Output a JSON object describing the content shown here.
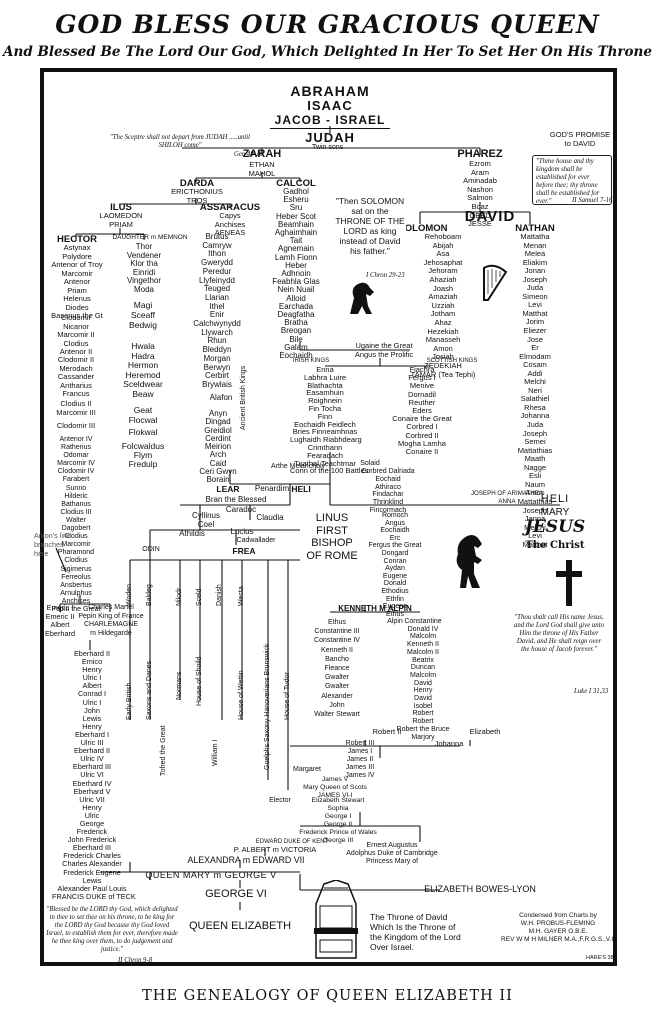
{
  "title": "GOD BLESS OUR GRACIOUS QUEEN",
  "subtitle": "And Blessed Be The Lord Our God, Which Delighted In Her To Set Her On His Throne",
  "footer": "THE GENEALOGY OF QUEEN ELIZABETH II",
  "side_note": "Anton's line branches here",
  "top": {
    "abraham": "ABRAHAM",
    "isaac": "ISAAC",
    "jacob_israel": "JACOB - ISRAEL",
    "judah": "JUDAH",
    "sceptre": "\"The Sceptre shall not depart from JUDAH .....until SHILOH come\"",
    "sceptre_ref": "Gen 49-10",
    "twin_sons": "Twin sons",
    "zarah": "ZARAH",
    "zarah_sub": "ETHAN\nMAHOL",
    "pharez": "PHAREZ",
    "pharez_list": "Ezrom\nAram\nAminadab\nNashon\nSalmon\nBoaz\nOBED\nJESSE",
    "promise_title": "GOD'S PROMISE to DAVID",
    "promise_text": "\"Thine house and thy kingdom shall be established for ever before thee; thy throne shall be established for ever.\"",
    "promise_ref": "II Samuel 7-16",
    "david": "DAVID",
    "solomon": "SOLOMON",
    "solomon_list": "Rehoboam\nAbijah\nAsa\nJehosaphat\nJehoram\nAhaziah\nJoash\nAmaziah\nUzziah\nJotham\nAhaz\nHezekiah\nManasseh\nAmon\nJosiah\nZEDEKIAH\nTAMAR (Tea Tephi)",
    "nathan": "NATHAN",
    "nathan_list": "Mattatha\nMenan\nMelea\nEliakim\nJonan\nJoseph\nJuda\nSimeon\nLevi\nMatthat\nJorim\nEliezer\nJose\nEr\nElmodam\nCosam\nAddi\nMelchi\nNeri\nSalathiel\nRhesa\nJohanna\nJuda\nJoseph\nSemei\nMattathias\nMaath\nNagge\nEsli\nNaum\nAmos\nMattathias\nJoseph\nJanna\nMelchi\nLevi\nMatthat",
    "throne_box": "\"Then SOLOMON sat on the THRONE OF THE LORD as king instead of David his father.\"",
    "throne_ref": "I Chron 29-23"
  },
  "left_branch": {
    "darda": "DARDA",
    "darda_sub": "ERICTHONIUS\nTROS",
    "ilus": "ILUS",
    "ilus_sub": "LAOMEDON\nPRIAM",
    "assaracus": "ASSARACUS",
    "assaracus_sub": "Capys\nAnchises\nAENEAS",
    "calcol": "CALCOL",
    "calcol_list": "Gadhol\nEsheru\nSru\nHeber Scot\nBeamhain\nAghaimhain\nTait\nAgnemain\nLamh Fionn\nHeber\nAdhnoin\nFeabhla Glas\nNein Nuail\nAlloid\nEarchada\nDeagfatha\nBratha\nBreogan\nBile\nGalam\nEochaidh",
    "hector": "HECTOR",
    "hector_list": "Astynax\nPolydore\nAntenor of Troy\nMarcomir\nAntenor\nPriam\nHelenus\nDiodes\nBasanus the Gt",
    "daughter": "DAUGHTER m MEMNON",
    "thor_list": "Thor\nVendener\nKlor tha\nEinridi\nVingethor\nModa",
    "brutus_list": "Brutus\nCamryw\nIthon\nGwerydd\nPeredur\nLlyfeinydd\nTeuged\nLlarian\nIthel\nEnir\nCalchwynydd\nLlywarch\nRhun\nBleddyn\nMorgan\nBerwyn\nCerbirt\nBrywlais",
    "ancient_kings": "Ancient British Kings",
    "left_list_1": "Clodomir\nNicanor\nMarcomir II\nClodius\nAntenor II",
    "left_list_2": "Clodomir II\nMerodach\nCassander\nAntharius\nFrancus",
    "left_list_3": "Clodius II\nMarcomir III",
    "left_list_4": "Clodomir III",
    "left_list_5": "Antenor IV\nRatherius\nOdomar\nMarcomir IV\nClodomir IV\nFarabert\nSunno\nHilderic\nBathanus\nClodius III\nWalter\nDagobert\nClodius\nMarcomir\nPharamond\nClodius\nSigimerus\nFerreolus\nAnsbertus\nArnulphus\nAnchises\nPepin the Great",
    "magi_list": "Magi\nSceaff\nBedwig",
    "hwala_list": "Hwala\nHadra\nHermon\nHeremod",
    "sceld_list": "Sceldwear\nBeaw",
    "geat_list": "Geat\nFlocwal",
    "fock_list": "Flokwal",
    "folc_list": "Folcwaldus\nFlym\nFredulp",
    "alafon_list": "Alafon",
    "anyn_list": "Anyn\nDingad\nGreidiol\nCerdint\nMeirion\nArch\nCaid\nCeri Gwyn\nBorain",
    "lear": "LEAR",
    "penardim": "Penardim",
    "heli1": "HELI",
    "bran": "Bran the Blessed",
    "caradoc": "Caradoc",
    "arthe": "Arthe Melancholy",
    "cyllinus": "Cyllinus\nCoel",
    "lucius": "Lucius",
    "athildis": "Athildis",
    "claudia": "Claudia",
    "cadwallader": "Cadwallader",
    "frea": "FREA",
    "odin": "ODIN",
    "wodin": "Woden",
    "early_british": "Early British",
    "baldeg": "Baldeg",
    "saxons_danes": "Saxons and Danes",
    "nilodr": "Nilodr",
    "normans": "Normans",
    "sceld": "Sceld",
    "house_sheild": "House of Shoild",
    "danish": "Danish",
    "wecta": "Wecta",
    "house_wettin": "House of Wettin",
    "guelphs": "Guelphs Saxony Hanoverians Brunswick",
    "tofred": "Tofred the Great",
    "william": "William I",
    "house_tudor": "House of Tudor",
    "emeric": "Emeric I\nEmeric II\nAlbert\nEberhard",
    "charles": "Charles Martel\nPepin King of France\nCHARLEMAGNE\nm Hildegarde",
    "eberhard_list": "Eberhard II\nEmico\nHenry\nUlric I\nAlbert\nConrad I\nUlric I\nJohn\nLewis\nHenry\nEberhard I\nUlric III\nEberhard II\nUlric IV\nEberhard III\nUlric VI\nEberhard IV\nEberhard V\nUlric VII\nHenry\nUlric\nGeorge\nFrederick\nJohn Frederick\nEberhard III\nFrederick Charles\nCharles Alexander\nFrederick Eugene\nLewis\nAlexander Paul Louis\nFRANCIS DUKE of TECK",
    "irish_kings": "IRISH KINGS",
    "scottish_kings": "SCOTTISH KINGS",
    "ugaine": "Ugaine the Great\nAngus the Prolific",
    "irish_list": "Enna\nLabhra Luire\nBlathachta\nEasamhuin\nRoighnein\nFin Tocha\nFinn\nEochaidh Feidlech\nBries Finneamhnas\nLughaidh Riabhdearg\nCrimthann\nFearadach\nTuathal Teachtmar\nConn of the 100 Battles",
    "scot_list": "Fiachra\nFergus I\nMenive\nDornadil\nReuther\nEders\nConaire the Great\nCorbred I\nCorbred II\nMogha Lamha\nConaire II",
    "solaid": "Solaid",
    "corbred": "Corbred Dalriada\nEochaid\nAthiraco\nFindachar\nThrinklind\nFincormach",
    "joseph_arimathea": "JOSEPH OF ARIMATHEA\nANNA",
    "heli2": "HELI",
    "mary": "MARY",
    "jesus": "JESUS",
    "christ": "The Christ",
    "linus": "LINUS\nFIRST\nBISHOP\nOF ROME",
    "roman_list": "Romoch\nAngus\nEochaidh\nErc\nFergus the Great\nDongard\nConran\nAydan\nEugene\nDonald\nEthodius\nEthfin\nEugene\nEthus\nAlpin",
    "jesus_quote": "\"Thou shalt call His name Jesus, and the Lord God shall give unto Him the throne of His Father David, and He shall reign over the house of Jacob forever.\"",
    "jesus_ref": "Luke I 31,33",
    "kenneth": "KENNETH M ALPIN",
    "scots_list_a": "Ethus\nConstantine III\nConstantine IV\nKenneth II\nBancho\nFleance\nGwalter\nGwalter\nAlexander\nJohn\nWalter Stewart",
    "scots_list_b": "Constantine\nDonald IV\nMalcolm\nKenneth II\nMalcolm II\nBeatrix\nDuncan\nMalcolm\nDavid\nHenry\nDavid\nIsobel\nRobert\nRobert\nRobert the Bruce\nMarjory",
    "robert2": "Robert II",
    "elizabeth": "Elizabeth",
    "johanna": "Johanna",
    "robert3": "Robert III\nJames I\nJames II\nJames III\nJames IV",
    "margaret": "Margaret",
    "mary_scots": "James V\nMary Queen of Scots\nJAMES VI-I",
    "elector": "Elector",
    "elizabeth_stewart": "Elizabeth Stewart\nSophia\nGeorge I\nGeorge II\nFrederick Prince of Wales\nGeorge III",
    "ernest": "Ernest Augustus\nAdolphus Duke of Cambridge\nPrincess Mary of",
    "edward_kent": "EDWARD DUKE OF KENT",
    "albert_victoria": "P. ALBERT m VICTORIA",
    "alexandra": "ALEXANDRA m EDWARD VII",
    "queen_mary": "QUEEN MARY m GEORGE V",
    "george6": "GEORGE VI",
    "eliz_bowes": "ELIZABETH BOWES-LYON",
    "queen_elizabeth": "QUEEN ELIZABETH",
    "bottom_quote": "\"Blessed be the LORD thy God, which delighted in thee to set thee on his throne, to be king for the LORD thy God because thy God loved Israel, to establish them for ever, therefore made he thee king over them, to do judgement and justice.\"",
    "bottom_ref": "II Chron 9-8",
    "throne_david": "The Throne of David\nWhich Is the Throne of\nthe Kingdom of the Lord\nOver Israel.",
    "condensed": "Condensed from Charts by\nW.H. PROBUS-FLEMING\nM.H. GAYER O.B.E.\nREV W M H MILNER M.A.,F.R.G.S.,V.I.",
    "hare": "HARE'S 38"
  }
}
